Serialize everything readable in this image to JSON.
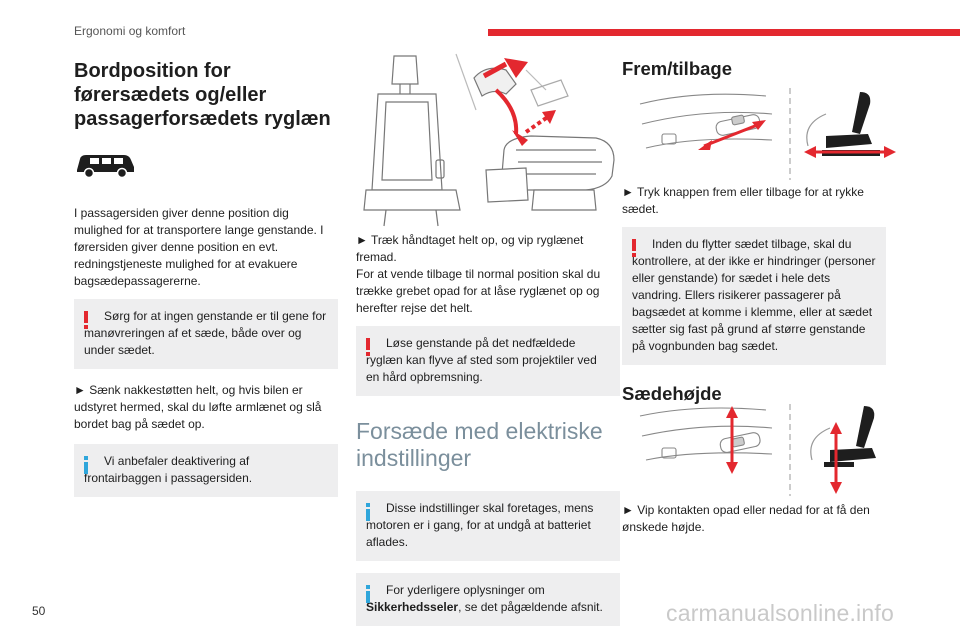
{
  "header": {
    "section": "Ergonomi og komfort"
  },
  "page_number": "50",
  "watermark": "carmanualsonline.info",
  "col1": {
    "title": "Bordposition for førersædets og/eller passagerforsædets ryglæn",
    "intro": "I passagersiden giver denne position dig mulighed for at transportere lange genstande. I førersiden giver denne position en evt. redningstjeneste mulighed for at evakuere bagsædepassagererne.",
    "warning": "Sørg for at ingen genstande er til gene for manøvreringen af et sæde, både over og under sædet.",
    "step": "► Sænk nakkestøtten helt, og hvis bilen er udstyret hermed, skal du løfte armlænet og slå bordet bag på sædet op.",
    "info": "Vi anbefaler deaktivering af frontairbaggen i passagersiden."
  },
  "col2": {
    "step1": "► Træk håndtaget helt op, og vip ryglænet fremad.",
    "step2": "For at vende tilbage til normal position skal du trække grebet opad for at låse ryglænet op og herefter rejse det helt.",
    "warning": "Løse genstande på det nedfældede ryglæn kan flyve af sted som projektiler ved en hård opbremsning.",
    "title": "Forsæde med elektriske indstillinger",
    "info1": "Disse indstillinger skal foretages, mens motoren er i gang, for at undgå at batteriet aflades.",
    "info2_pre": "For yderligere oplysninger om",
    "info2_bold": "Sikkerhedsseler",
    "info2_post": ", se det pågældende afsnit."
  },
  "col3": {
    "title1": "Frem/tilbage",
    "step1": "► Tryk knappen frem eller tilbage for at rykke sædet.",
    "warning": "Inden du flytter sædet tilbage, skal du kontrollere, at der ikke er hindringer (personer eller genstande) for sædet i hele dets vandring. Ellers risikerer passagerer på bagsædet at komme i klemme, eller at sædet sætter sig fast på grund af større genstande på vognbunden bag sædet.",
    "title2": "Sædehøjde",
    "step2": "► Vip kontakten opad eller nedad for at få den ønskede højde."
  },
  "colors": {
    "accent": "#e3282f",
    "info": "#2fa6db",
    "heading_grey": "#7b8f9c",
    "box_bg": "#eeeeef"
  }
}
